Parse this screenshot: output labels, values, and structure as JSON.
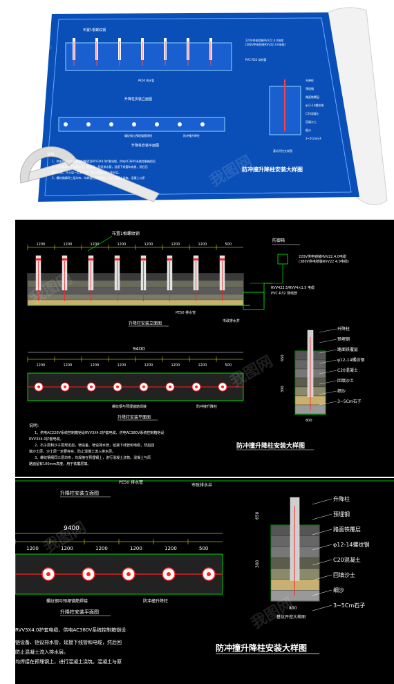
{
  "blueprint": {
    "top_label": "布置1根螺纹钢",
    "cable_note_1": "220V供电铠装RVV22.4.0电缆",
    "cable_note_2": "(380V供电铠装RVV22 4.0电缆)",
    "pipe_note": "PVC-R32 穿线管",
    "elev_title": "升降柱安装立面图",
    "drain_label": "PE50 排水管",
    "plan_labels": [
      "螺纹钢与预埋锚筋焊接",
      "防冲撞升降柱"
    ],
    "plan_title": "升降柱安装平面图",
    "detail_labels": [
      "升降柱",
      "预埋钢",
      "路面铁覆层",
      "φ12-14螺纹钢",
      "C20混凝土",
      "回填沙土",
      "细沙",
      "3~5Cm石子"
    ],
    "detail_title": "基坑开挖大样图",
    "notes_head": "说明:",
    "notes": [
      "1、供电AC220V系统控制箱铠设RVV3X4.0护套电缆、供电AC380V系统控制箱铠设",
      "2、石子层和沙子层规定后，铠设备、铠设排水管，延接下线管和电缆，然后回",
      "填沙土层，沙土层一定要夯实，防止混凝土流入排水层。",
      "3、螺纹钢纲同三层均布，均焊接在预埋钢上，进行混凝土浇筑。混凝土与原"
    ],
    "main_title": "防冲撞升降柱安装大样图"
  },
  "panel2": {
    "box_label": "防御箱",
    "top_label": "布置1根螺纹钢",
    "dims_top": [
      "1200",
      "1200",
      "1200",
      "1200",
      "1200",
      "1200",
      "1200",
      "500"
    ],
    "cable_note_1": "220V供电铠装RVV22.4.0电缆",
    "cable_note_2": "(380V供电铠装RVV22 4.0电缆)",
    "cable_note_3": "RVV422.5/RVV4×1.5 电缆",
    "pipe_note": "PVC-R32 穿线管",
    "elev_title": "升降柱安装立面图",
    "drain_label": "PE50 排水管",
    "municipal_label": "市政排水井",
    "plan_total": "9400",
    "plan_dims": [
      "1200",
      "1200",
      "1200",
      "1200",
      "1200",
      "1200",
      "1200",
      "500"
    ],
    "plan_labels": [
      "螺纹钢与预埋锚筋焊接",
      "防冲撞升降柱"
    ],
    "plan_title": "升降柱安装平面图",
    "detail_labels": [
      "升降柱",
      "预埋钢",
      "路面铁覆层",
      "φ12-14螺纹钢",
      "C20混凝土",
      "回填沙土",
      "细沙",
      "3~5Cm石子"
    ],
    "detail_dims": [
      "650",
      "300",
      "800"
    ],
    "notes_head": "说明:",
    "notes": [
      "1、供电AC220V系统控制箱铠设RVV3X4.0护套电缆、供电AC380V系统控制箱铠设",
      "RVV3X4.0护套电缆。",
      "2、石子层和沙子层规定后，铠设备、铠设排水管，延接下线管和电缆，然后回",
      "填沙土层，沙土层一定要夯实，防止混凝土流入排水层。",
      "3、螺纹钢纲同三层均布，均焊接在预埋钢上，进行混凝土浇筑。混凝土与原",
      "路面留有100mm高度，用于铁覆层填。"
    ],
    "main_title": "防冲撞升降柱安装大样图"
  },
  "panel3": {
    "drain_label": "PE50 排水管",
    "municipal_label": "市政排水井",
    "elev_title": "升降柱安装立面图",
    "plan_total": "9400",
    "plan_dims": [
      "1200",
      "1200",
      "1200",
      "1200",
      "1200",
      "500"
    ],
    "plan_labels": [
      "螺纹钢与预埋锚筋焊接",
      "防冲撞升降柱"
    ],
    "plan_title": "升降柱安装平面图",
    "detail_labels": [
      "升降柱",
      "预埋钢",
      "路面铁覆层",
      "φ12-14螺纹钢",
      "C20混凝土",
      "回填沙土",
      "细沙",
      "3~5Cm石子"
    ],
    "detail_dims": [
      "650",
      "300",
      "800"
    ],
    "detail_title": "基坑开挖大样图",
    "notes": [
      "RVV3X4.0护套电缆、供电AC380V系统控制箱铠设",
      "铠设备、铠设排水管，延接下线管和电缆，然后回",
      "防止混凝土流入排水层。",
      "均焊接在预埋钢上，进行混凝土浇筑。混凝土与原"
    ],
    "main_title": "防冲撞升降柱安装大样图"
  },
  "watermark": "我图网"
}
